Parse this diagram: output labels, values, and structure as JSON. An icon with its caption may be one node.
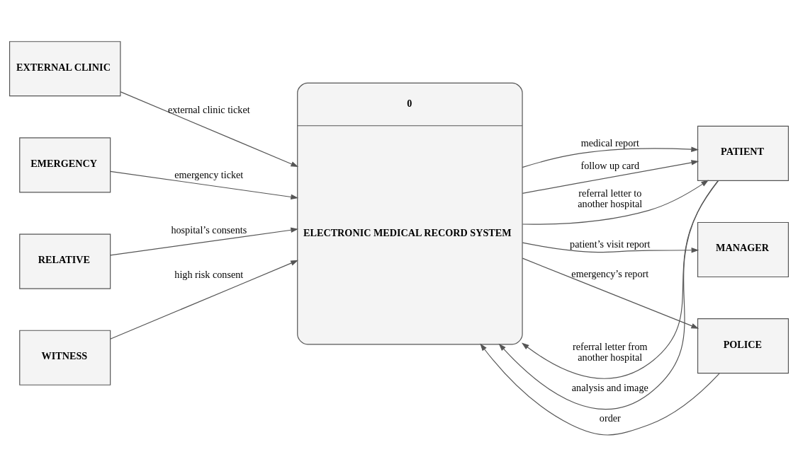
{
  "diagram": {
    "nodes": [
      {
        "text": [
          "0",
          "ELECTRONIC MEDICAL RECORD SYSTEM"
        ]
      },
      {
        "text": [
          "EXTERNAL CLINIC"
        ]
      },
      {
        "text": [
          "EMERGENCY"
        ]
      },
      {
        "text": [
          "RELATIVE"
        ]
      },
      {
        "text": [
          "WITNESS"
        ]
      },
      {
        "text": [
          "PATIENT"
        ]
      },
      {
        "text": [
          "MANAGER"
        ]
      },
      {
        "text": [
          "POLICE"
        ]
      }
    ],
    "edges": [
      {
        "from": 1,
        "to": 0,
        "arrow": "to",
        "label": "external clinic ticket"
      },
      {
        "from": 2,
        "to": 0,
        "arrow": "to",
        "label": "emergency ticket"
      },
      {
        "from": 3,
        "to": 0,
        "arrow": "to",
        "label": "hospital’s consents"
      },
      {
        "from": 4,
        "to": 0,
        "arrow": "to",
        "label": "high risk consent"
      },
      {
        "from": 5,
        "to": 0,
        "arrow": "to",
        "label": "referral letter from another hospital"
      },
      {
        "from": 0,
        "to": 5,
        "arrow": "to",
        "label": "medical report"
      },
      {
        "from": 0,
        "to": 5,
        "arrow": "to",
        "label": "follow up card"
      },
      {
        "from": 0,
        "to": 5,
        "arrow": "to",
        "label": "referral letter to another hospital"
      },
      {
        "from": 5,
        "to": 0,
        "arrow": "to",
        "label": "analysis and image"
      },
      {
        "from": 0,
        "to": 6,
        "arrow": "to",
        "label": "patient’s visit report"
      },
      {
        "from": 7,
        "to": 0,
        "arrow": "to",
        "label": "order"
      },
      {
        "from": 0,
        "to": 7,
        "arrow": "to",
        "label": "emergency’s report"
      }
    ]
  }
}
